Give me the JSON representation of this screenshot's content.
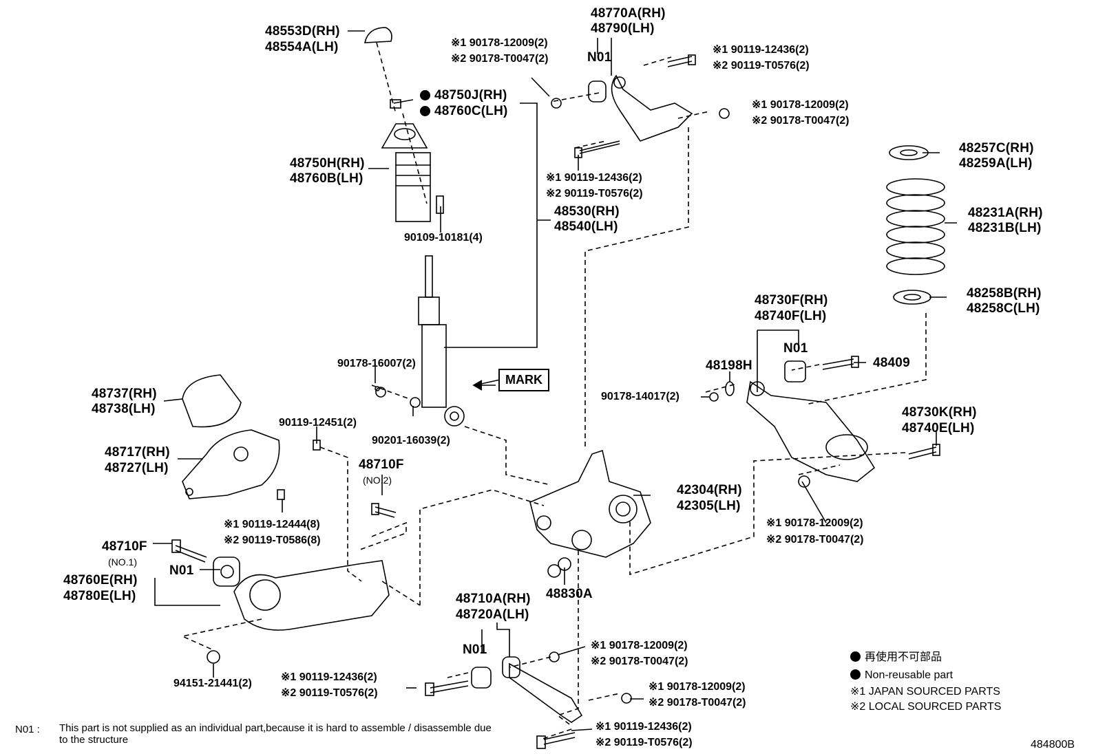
{
  "labels": {
    "l48553": "48553D(RH)",
    "l48554": "48554A(LH)",
    "l48770": "48770A(RH)",
    "l48790": "48790(LH)",
    "n01_top": "N01",
    "cap1a": "※1 90178-12009(2)",
    "cap1b": "※2 90178-T0047(2)",
    "cap2a": "※1 90119-12436(2)",
    "cap2b": "※2 90119-T0576(2)",
    "cap3a": "※1 90178-12009(2)",
    "cap3b": "※2 90178-T0047(2)",
    "l48750j": "48750J(RH)",
    "l48760c": "48760C(LH)",
    "l48750h": "48750H(RH)",
    "l48760b": "48760B(LH)",
    "l90109": "90109-10181(4)",
    "cap4a": "※1 90119-12436(2)",
    "cap4b": "※2 90119-T0576(2)",
    "l48530": "48530(RH)",
    "l48540": "48540(LH)",
    "l48257": "48257C(RH)",
    "l48259": "48259A(LH)",
    "l48231a": "48231A(RH)",
    "l48231b": "48231B(LH)",
    "l48258b": "48258B(RH)",
    "l48258c": "48258C(LH)",
    "l48730f": "48730F(RH)",
    "l48740f": "48740F(LH)",
    "n01_right": "N01",
    "l48198": "48198H",
    "l48409": "48409",
    "l90178_14017": "90178-14017(2)",
    "l90178_16007": "90178-16007(2)",
    "mark": "MARK",
    "l48737": "48737(RH)",
    "l48738": "48738(LH)",
    "l90119_12451": "90119-12451(2)",
    "l90201": "90201-16039(2)",
    "l48717": "48717(RH)",
    "l48727": "48727(LH)",
    "l48710f_2": "48710F",
    "no2": "(NO.2)",
    "l48730k": "48730K(RH)",
    "l48740e": "48740E(LH)",
    "l42304": "42304(RH)",
    "l42305": "42305(LH)",
    "cap5a": "※1 90119-12444(8)",
    "cap5b": "※2 90119-T0586(8)",
    "cap6a": "※1 90178-12009(2)",
    "cap6b": "※2 90178-T0047(2)",
    "l48710f_1": "48710F",
    "no1": "(NO.1)",
    "n01_left": "N01",
    "l48760e": "48760E(RH)",
    "l48780e": "48780E(LH)",
    "l48830": "48830A",
    "l48710a": "48710A(RH)",
    "l48720a": "48720A(LH)",
    "n01_bottom": "N01",
    "cap7a": "※1 90178-12009(2)",
    "cap7b": "※2 90178-T0047(2)",
    "cap8a": "※1 90119-12436(2)",
    "cap8b": "※2 90119-T0576(2)",
    "l94151": "94151-21441(2)",
    "cap9a": "※1 90178-12009(2)",
    "cap9b": "※2 90178-T0047(2)",
    "cap10a": "※1 90119-12436(2)",
    "cap10b": "※2 90119-T0576(2)"
  },
  "legend": {
    "jp": "再使用不可部品",
    "en": "Non-reusable part",
    "s1": "※1 JAPAN SOURCED PARTS",
    "s2": "※2 LOCAL SOURCED PARTS"
  },
  "footnote": {
    "key": "N01 :",
    "text": "This part is not supplied as an individual part,because it is hard to assemble / disassemble due to the structure"
  },
  "figure_id": "484800B"
}
